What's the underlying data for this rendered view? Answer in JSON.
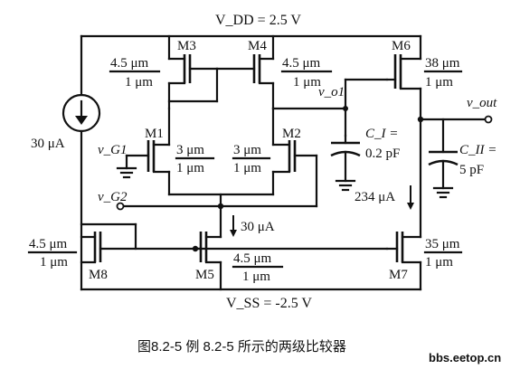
{
  "supplies": {
    "vdd": "V_DD = 2.5 V",
    "vss": "V_SS = -2.5 V"
  },
  "source": {
    "label": "30 μA"
  },
  "nodes": {
    "vg1": "v_G1",
    "vg2": "v_G2",
    "vo1": "v_o1",
    "vout": "v_out"
  },
  "currents": {
    "tail": "30 μA",
    "out": "234 μA"
  },
  "transistors": {
    "m1": {
      "name": "M1",
      "w": "3 μm",
      "l": "1 μm"
    },
    "m2": {
      "name": "M2",
      "w": "3 μm",
      "l": "1 μm"
    },
    "m3": {
      "name": "M3",
      "w": "4.5 μm",
      "l": "1 μm"
    },
    "m4": {
      "name": "M4",
      "w": "4.5 μm",
      "l": "1 μm"
    },
    "m5": {
      "name": "M5",
      "w": "4.5 μm",
      "l": "1 μm"
    },
    "m6": {
      "name": "M6",
      "w": "38 μm",
      "l": "1 μm"
    },
    "m7": {
      "name": "M7",
      "w": "35 μm",
      "l": "1 μm"
    },
    "m8": {
      "name": "M8",
      "w": "4.5 μm",
      "l": "1 μm"
    }
  },
  "capacitors": {
    "ci": {
      "name": "C_I =",
      "value": "0.2 pF"
    },
    "cii": {
      "name": "C_II =",
      "value": "5 pF"
    }
  },
  "caption": "图8.2-5 例 8.2-5 所示的两级比较器",
  "watermark": "bbs.eetop.cn"
}
